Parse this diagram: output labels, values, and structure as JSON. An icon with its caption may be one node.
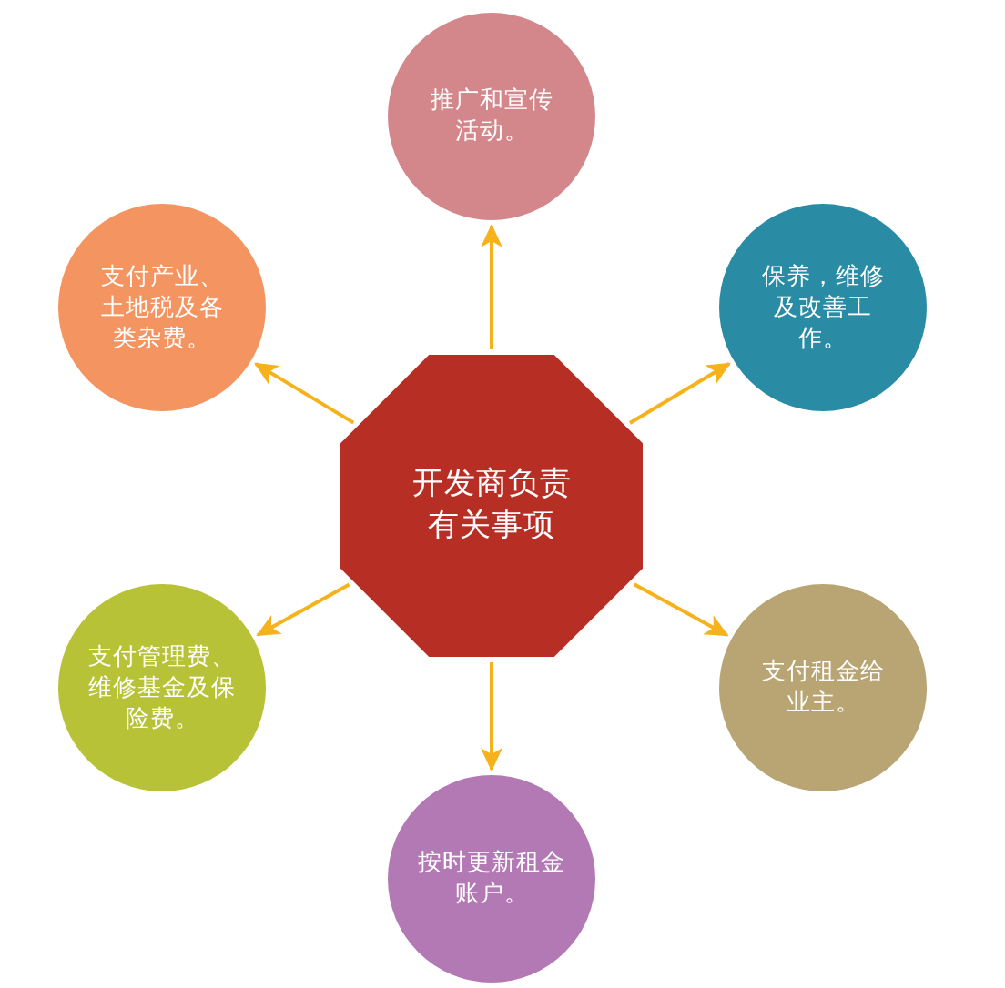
{
  "diagram": {
    "nodes": [
      {
        "text": [
          "推广和宣传活动。"
        ]
      },
      {
        "text": [
          "支付产业、土地税及各类杂费。"
        ]
      },
      {
        "text": [
          "保养，维修及改善工作。"
        ]
      },
      {
        "text": [
          "开发商负责有关事项"
        ]
      },
      {
        "text": [
          "支付管理费、维修基金及保险费。"
        ]
      },
      {
        "text": [
          "支付租金给业主。"
        ]
      },
      {
        "text": [
          "按时更新租金账户。"
        ]
      }
    ],
    "edges": [
      {
        "from": 3,
        "to": 0,
        "arrow": "to"
      },
      {
        "from": 3,
        "to": 1,
        "arrow": "to"
      },
      {
        "from": 3,
        "to": 2,
        "arrow": "to"
      },
      {
        "from": 3,
        "to": 4,
        "arrow": "to"
      },
      {
        "from": 3,
        "to": 5,
        "arrow": "to"
      },
      {
        "from": 3,
        "to": 6,
        "arrow": "to"
      }
    ]
  }
}
